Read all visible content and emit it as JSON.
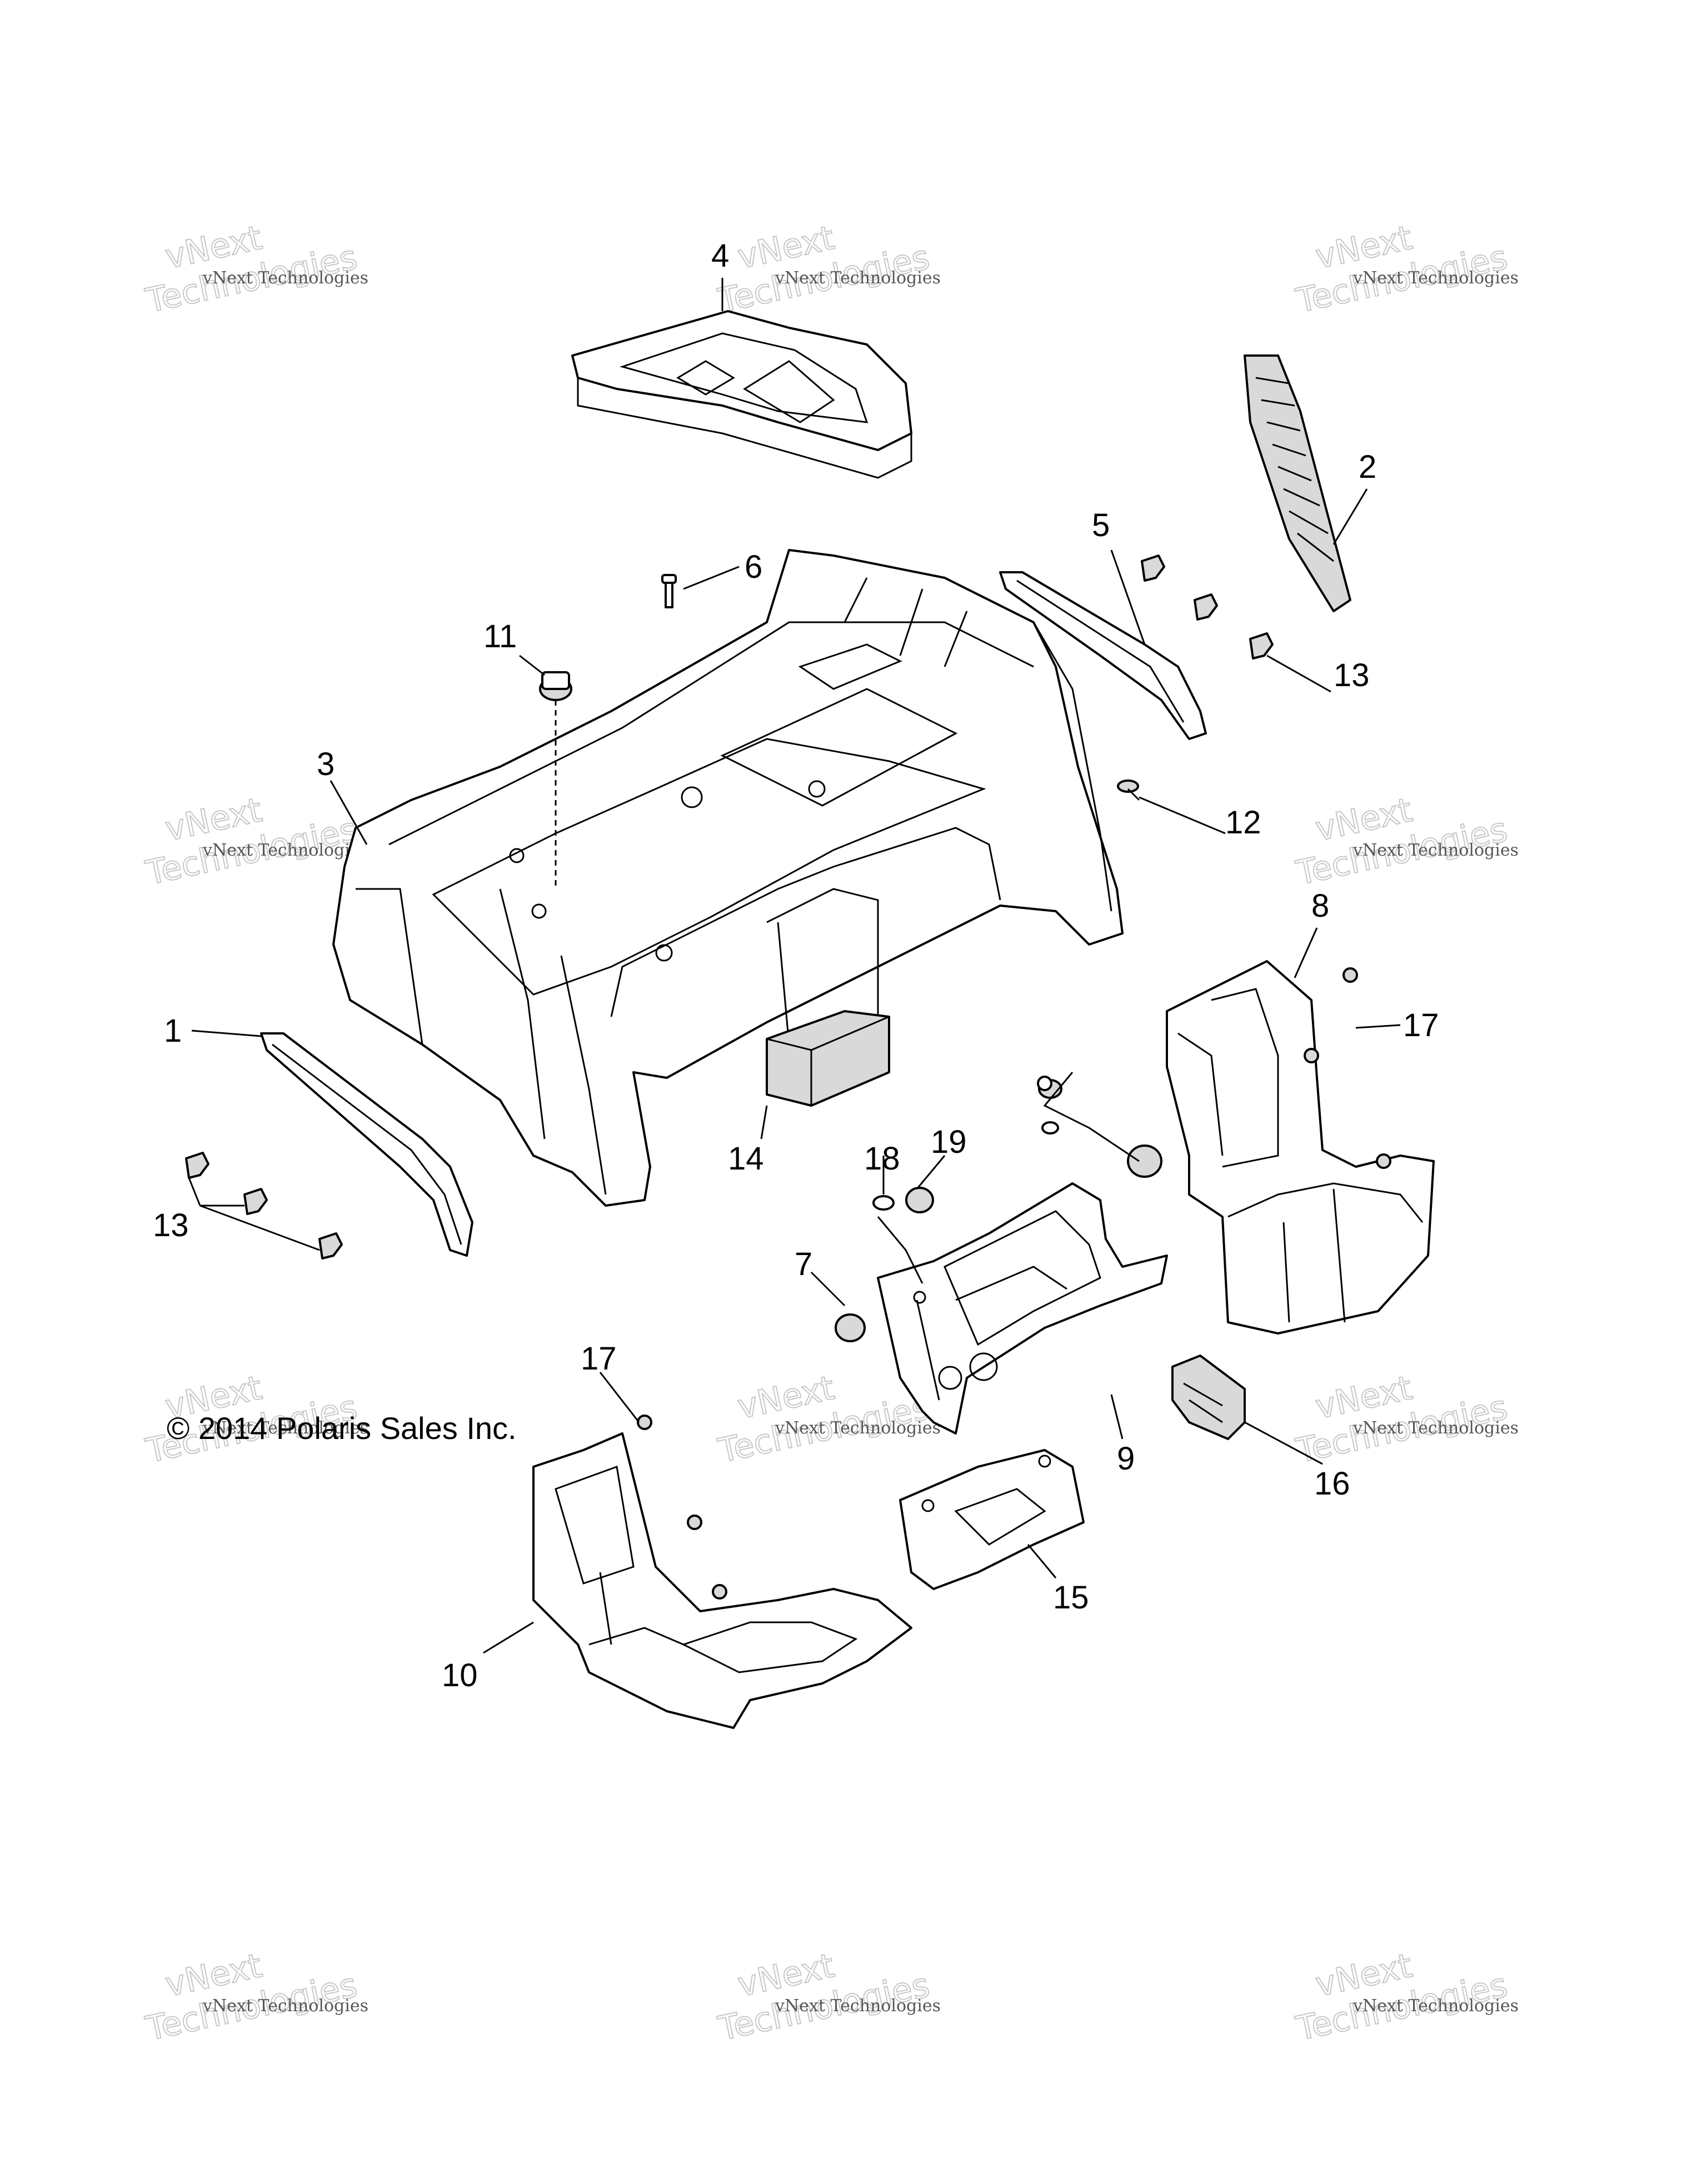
{
  "copyright": "© 2014 Polaris Sales Inc.",
  "watermark": {
    "line1": "vNext Technologies",
    "line2": "vNext",
    "line3": "Technologies"
  },
  "part_labels": {
    "p1": "1",
    "p2": "2",
    "p3": "3",
    "p4": "4",
    "p5": "5",
    "p6": "6",
    "p7": "7",
    "p8": "8",
    "p9": "9",
    "p10": "10",
    "p11": "11",
    "p12": "12",
    "p13a": "13",
    "p13b": "13",
    "p14": "14",
    "p15": "15",
    "p16": "16",
    "p17a": "17",
    "p17b": "17",
    "p18": "18",
    "p19": "19"
  }
}
